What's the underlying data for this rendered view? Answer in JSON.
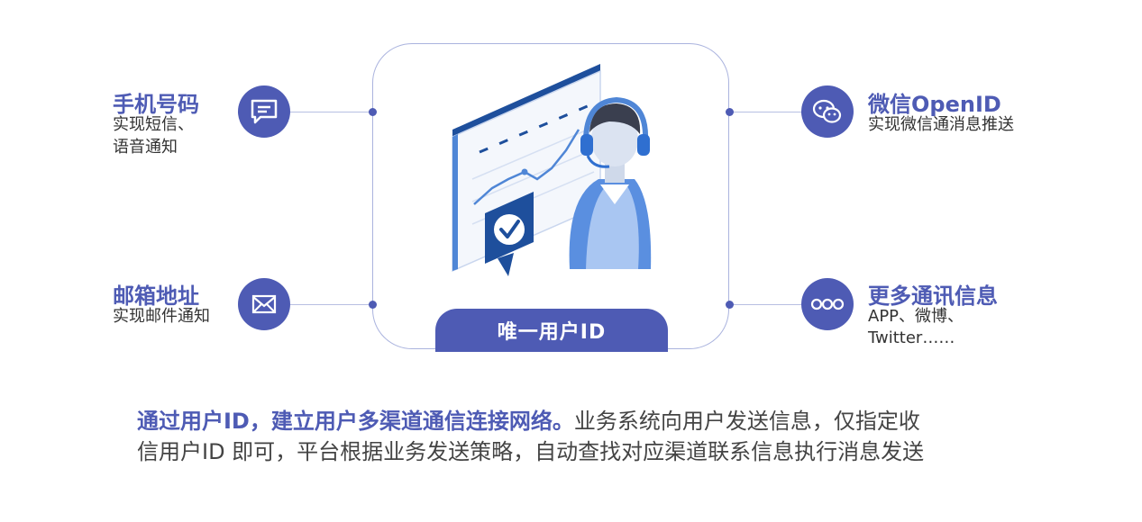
{
  "center": {
    "label": "唯一用户ID"
  },
  "channels": {
    "phone": {
      "title": "手机号码",
      "desc_line1": "实现短信、",
      "desc_line2": "语音通知",
      "icon": "message-icon"
    },
    "email": {
      "title": "邮箱地址",
      "desc_line1": "实现邮件通知",
      "icon": "mail-icon"
    },
    "wechat": {
      "title": "微信OpenID",
      "desc_line1": "实现微信通消息推送",
      "icon": "wechat-icon"
    },
    "more": {
      "title": "更多通讯信息",
      "desc_line1": "APP、微博、",
      "desc_line2": "Twitter……",
      "icon": "more-icon"
    }
  },
  "summary": {
    "highlight": "通过用户ID，建立用户多渠道通信连接网络。",
    "rest_line1": "业务系统向用户发送信息，仅指定收",
    "line2": "信用户ID 即可，平台根据业务发送策略，自动查找对应渠道联系信息执行消息发送"
  },
  "colors": {
    "accent": "#4e5bb4",
    "line": "#b7bfe2"
  }
}
